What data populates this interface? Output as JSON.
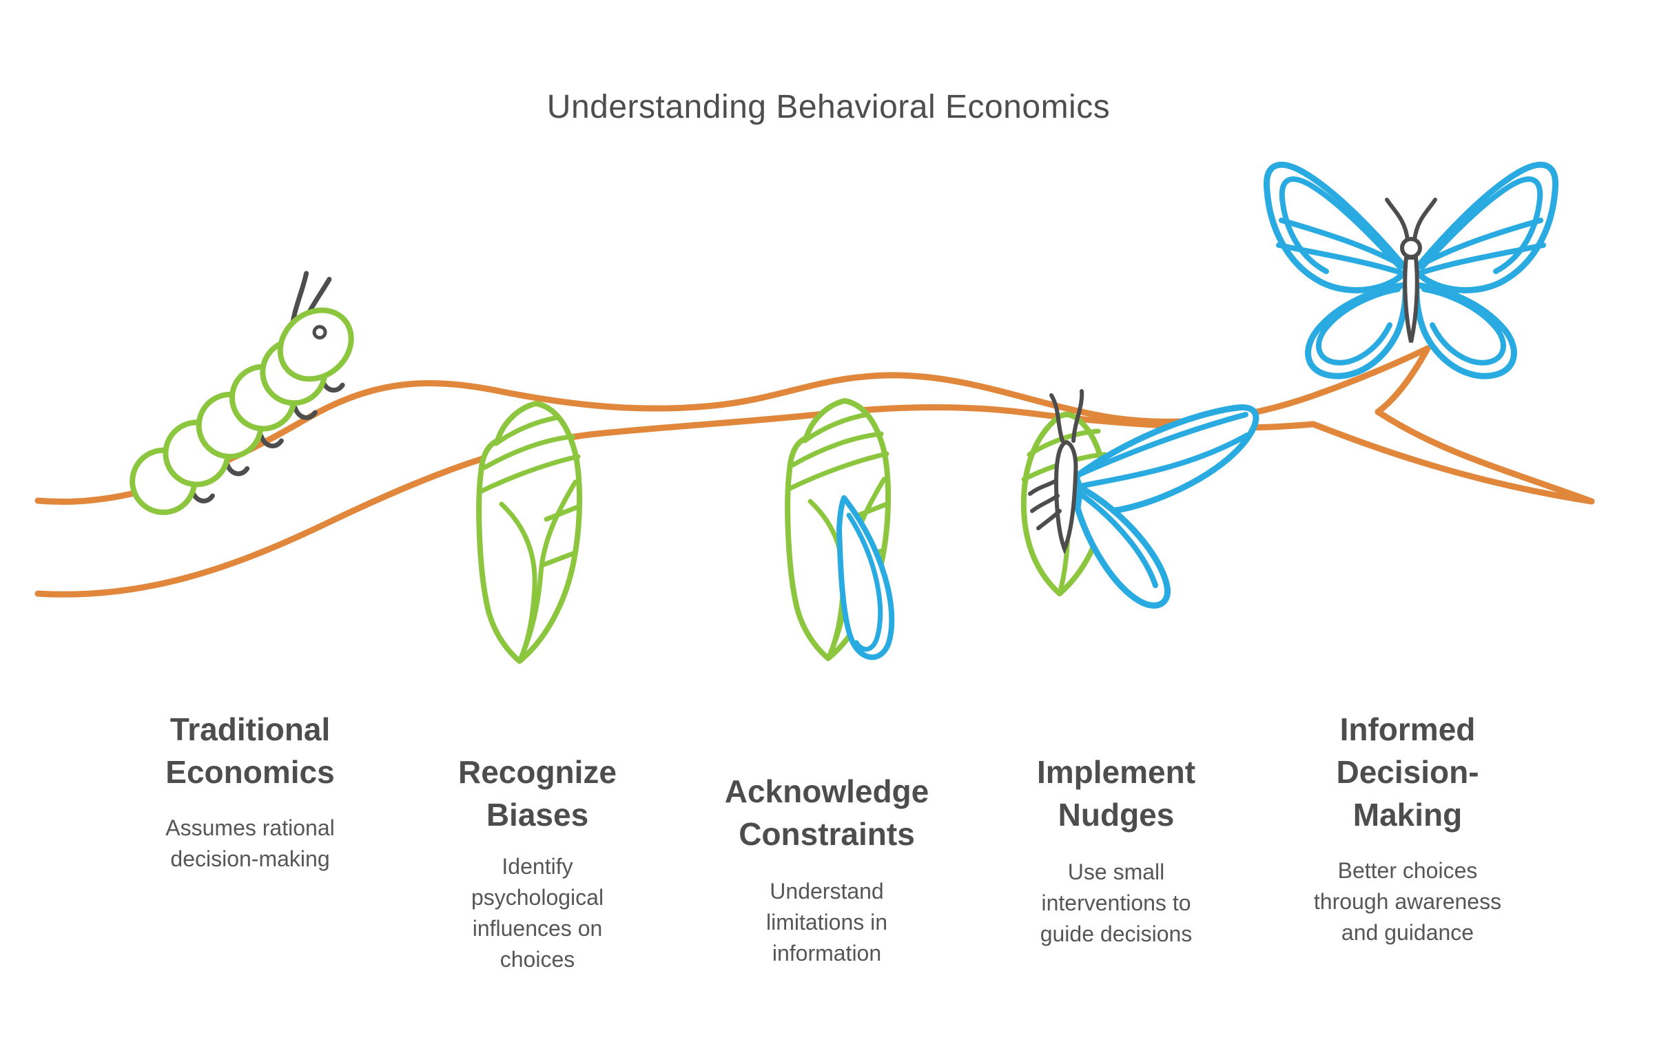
{
  "title": "Understanding Behavioral Economics",
  "colors": {
    "branch_orange": "#E0873B",
    "caterpillar_green": "#8CC63F",
    "butterfly_blue": "#29ABE2",
    "ink_dark": "#4D4D4D",
    "title_gray": "#4D4D4D",
    "description_gray": "#565659"
  },
  "illustration": {
    "stages": [
      "caterpillar",
      "chrysalis",
      "chrysalis-wing-emerging",
      "butterfly-emerging",
      "butterfly"
    ]
  },
  "stages": [
    {
      "title": "Traditional\nEconomics",
      "description": "Assumes rational\ndecision-making"
    },
    {
      "title": "Recognize\nBiases",
      "description": "Identify\npsychological\ninfluences on\nchoices"
    },
    {
      "title": "Acknowledge\nConstraints",
      "description": "Understand\nlimitations in\ninformation"
    },
    {
      "title": "Implement\nNudges",
      "description": "Use small\ninterventions to\nguide decisions"
    },
    {
      "title": "Informed\nDecision-\nMaking",
      "description": "Better choices\nthrough awareness\nand guidance"
    }
  ]
}
